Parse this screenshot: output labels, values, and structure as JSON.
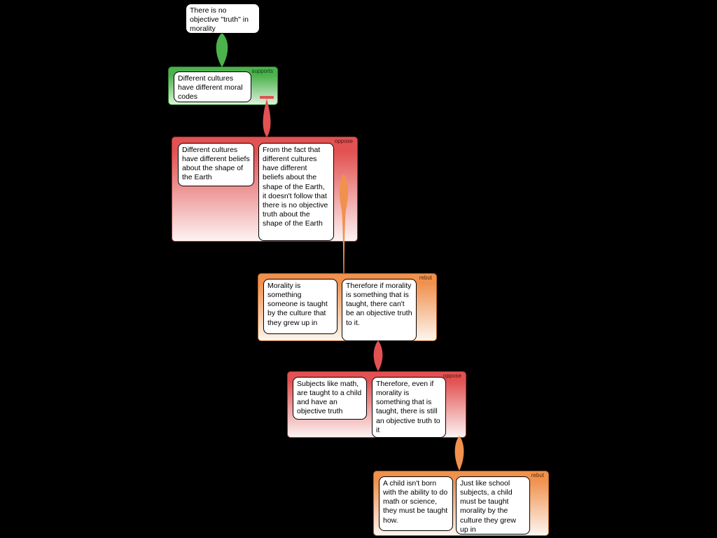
{
  "colors": {
    "background": "#000000",
    "supports_top": "#4cb24c",
    "supports_bottom": "#ddf1dd",
    "oppose_top": "#e25252",
    "oppose_bottom": "#fdf3f3",
    "rebut_top": "#f0914e",
    "rebut_bottom": "#fdf6ef",
    "statement_bg": "#ffffff",
    "statement_border": "#000000"
  },
  "root_claim": {
    "text": "There is no objective \"truth\" in morality"
  },
  "groups": [
    {
      "label": "supports",
      "statements": [
        {
          "text": "Different cultures have different moral codes"
        }
      ]
    },
    {
      "label": "oppose",
      "statements": [
        {
          "text": "Different cultures have different beliefs about the shape of the Earth"
        },
        {
          "text": "From the fact that different cultures have different beliefs about the shape of the Earth, it doesn't follow that there is no objective truth about the shape of the Earth"
        }
      ]
    },
    {
      "label": "rebut",
      "statements": [
        {
          "text": "Morality is something someone is taught by the culture that they grew up in"
        },
        {
          "text": "Therefore if morality is something that is taught, there can't be an objective truth to it."
        }
      ]
    },
    {
      "label": "oppose",
      "statements": [
        {
          "text": "Subjects like math, are taught to a child and have an objective truth"
        },
        {
          "text": "Therefore, even if morality is something that is taught, there is still an objective truth to it"
        }
      ]
    },
    {
      "label": "rebut",
      "statements": [
        {
          "text": "A child isn't born with the ability to do math or science, they must be taught how."
        },
        {
          "text": "Just like school subjects, a child must be taught morality by the culture they grew up in"
        }
      ]
    }
  ]
}
